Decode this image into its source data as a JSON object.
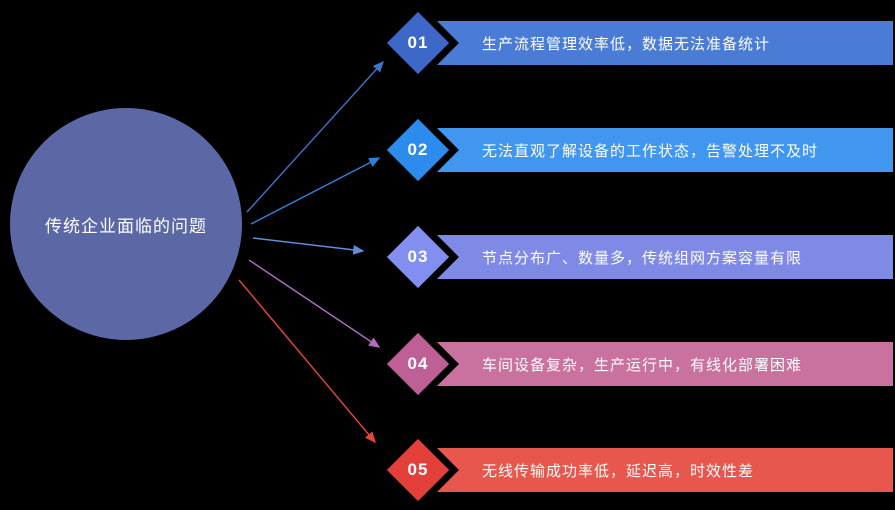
{
  "circle": {
    "label": "传统企业面临的问题",
    "fill": "#5C68A6",
    "text_color": "#FFFFFF"
  },
  "rows": [
    {
      "number": "01",
      "text": "生产流程管理效率低，数据无法准备统计",
      "diamond_color": "#3E68C8",
      "banner_color": "#4A7CD6",
      "arrow_color": "#3E74C9"
    },
    {
      "number": "02",
      "text": "无法直观了解设备的工作状态，告警处理不及时",
      "diamond_color": "#2B8CEE",
      "banner_color": "#4196F0",
      "arrow_color": "#2E82D6"
    },
    {
      "number": "03",
      "text": "节点分布广、数量多，传统组网方案容量有限",
      "diamond_color": "#828FF0",
      "banner_color": "#7F8AE6",
      "arrow_color": "#5E8FD8"
    },
    {
      "number": "04",
      "text": "车间设备复杂，生产运行中，有线化部署困难",
      "diamond_color": "#BE5F96",
      "banner_color": "#C9719F",
      "arrow_color": "#B06CC0"
    },
    {
      "number": "05",
      "text": "无线传输成功率低，延迟高，时效性差",
      "diamond_color": "#E4403A",
      "banner_color": "#E8574E",
      "arrow_color": "#E8453C"
    }
  ]
}
